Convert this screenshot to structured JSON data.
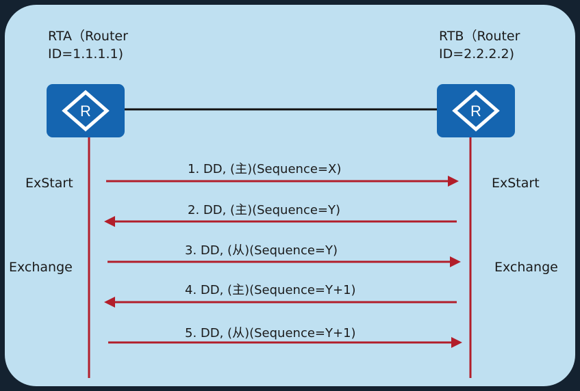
{
  "rta": {
    "line1": "RTA（Router",
    "line2": "ID=1.1.1.1)",
    "icon_letter": "R"
  },
  "rtb": {
    "line1": "RTB（Router",
    "line2": "ID=2.2.2.2)",
    "icon_letter": "R"
  },
  "states": {
    "left_exstart": "ExStart",
    "right_exstart": "ExStart",
    "left_exchange": "Exchange",
    "right_exchange": "Exchange"
  },
  "messages": [
    {
      "text": "1. DD, (主)(Sequence=X)",
      "direction": "right"
    },
    {
      "text": "2. DD, (主)(Sequence=Y)",
      "direction": "left"
    },
    {
      "text": "3. DD, (从)(Sequence=Y)",
      "direction": "right"
    },
    {
      "text": "4. DD, (主)(Sequence=Y+1)",
      "direction": "left"
    },
    {
      "text": "5. DD, (从)(Sequence=Y+1)",
      "direction": "right"
    }
  ],
  "colors": {
    "panel": "#bfe0f1",
    "router": "#1565b0",
    "lifeline": "#b21e2a",
    "arrow": "#b21e2a",
    "link": "#111111"
  }
}
